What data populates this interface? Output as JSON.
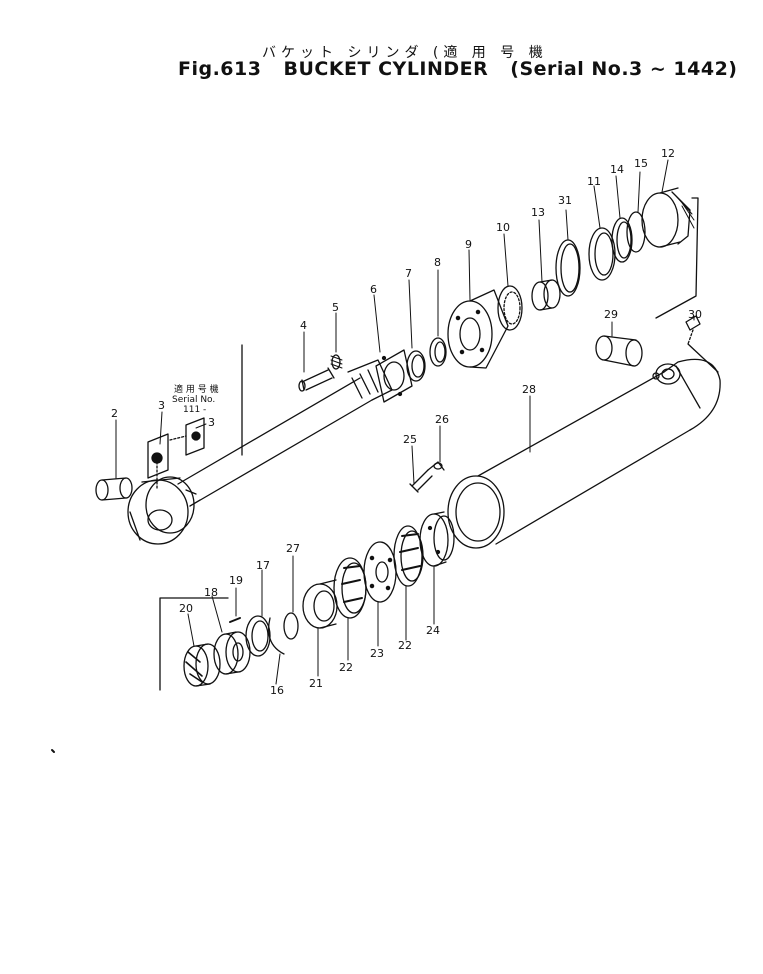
{
  "header": {
    "japanese": "バケット シリンダ (適 用 号 機",
    "fig": "Fig.613",
    "title": "BUCKET CYLINDER",
    "serial": "(Serial No.3 ~ 1442)"
  },
  "note": {
    "jp": "適 用 号 機",
    "en": "Serial No.",
    "range": "111 -"
  },
  "callouts": [
    {
      "id": "c2",
      "label": "2"
    },
    {
      "id": "c3a",
      "label": "3"
    },
    {
      "id": "c3b",
      "label": "3"
    },
    {
      "id": "c4",
      "label": "4"
    },
    {
      "id": "c5",
      "label": "5"
    },
    {
      "id": "c6",
      "label": "6"
    },
    {
      "id": "c7",
      "label": "7"
    },
    {
      "id": "c8",
      "label": "8"
    },
    {
      "id": "c9",
      "label": "9"
    },
    {
      "id": "c10",
      "label": "10"
    },
    {
      "id": "c11",
      "label": "11"
    },
    {
      "id": "c12",
      "label": "12"
    },
    {
      "id": "c13",
      "label": "13"
    },
    {
      "id": "c14",
      "label": "14"
    },
    {
      "id": "c15",
      "label": "15"
    },
    {
      "id": "c16",
      "label": "16"
    },
    {
      "id": "c17",
      "label": "17"
    },
    {
      "id": "c18",
      "label": "18"
    },
    {
      "id": "c19",
      "label": "19"
    },
    {
      "id": "c20",
      "label": "20"
    },
    {
      "id": "c21",
      "label": "21"
    },
    {
      "id": "c22a",
      "label": "22"
    },
    {
      "id": "c22b",
      "label": "22"
    },
    {
      "id": "c23",
      "label": "23"
    },
    {
      "id": "c24",
      "label": "24"
    },
    {
      "id": "c25",
      "label": "25"
    },
    {
      "id": "c26",
      "label": "26"
    },
    {
      "id": "c27",
      "label": "27"
    },
    {
      "id": "c28",
      "label": "28"
    },
    {
      "id": "c29",
      "label": "29"
    },
    {
      "id": "c30",
      "label": "30"
    },
    {
      "id": "c31",
      "label": "31"
    }
  ]
}
